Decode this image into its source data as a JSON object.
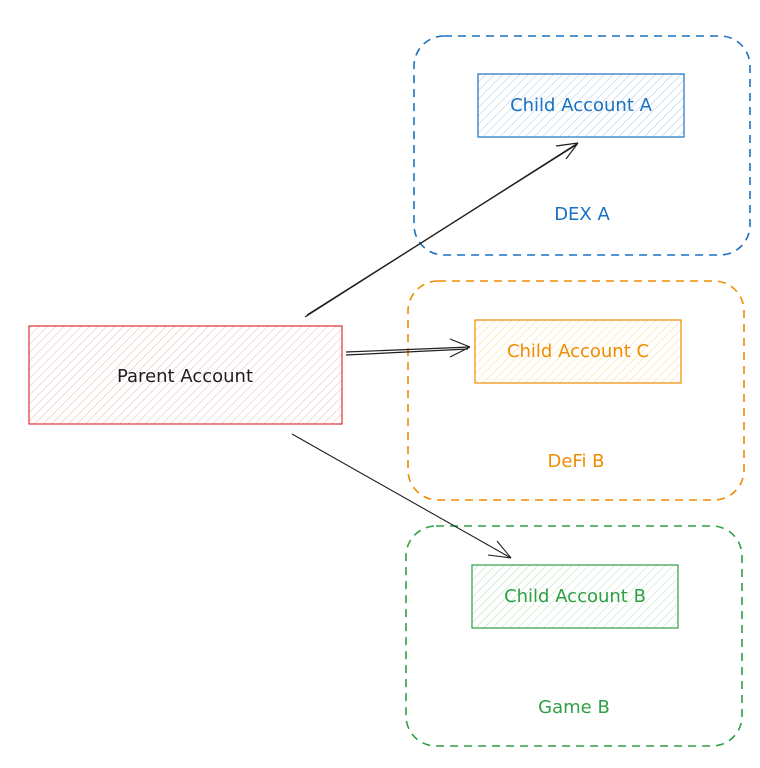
{
  "parent": {
    "label": "Parent Account",
    "stroke": "#e03131",
    "fill": "#ffe3e3"
  },
  "groups": [
    {
      "id": "dex-a",
      "group_label": "DEX A",
      "child_label": "Child Account A",
      "color": "#1971c2",
      "fill": "#dbe9f9"
    },
    {
      "id": "defi-b",
      "group_label": "DeFi B",
      "child_label": "Child Account C",
      "color": "#f08c00",
      "fill": "#fff4d6"
    },
    {
      "id": "game-b",
      "group_label": "Game B",
      "child_label": "Child Account B",
      "color": "#2f9e44",
      "fill": "#e3f5e6"
    }
  ],
  "arrow_color": "#1e1e1e"
}
